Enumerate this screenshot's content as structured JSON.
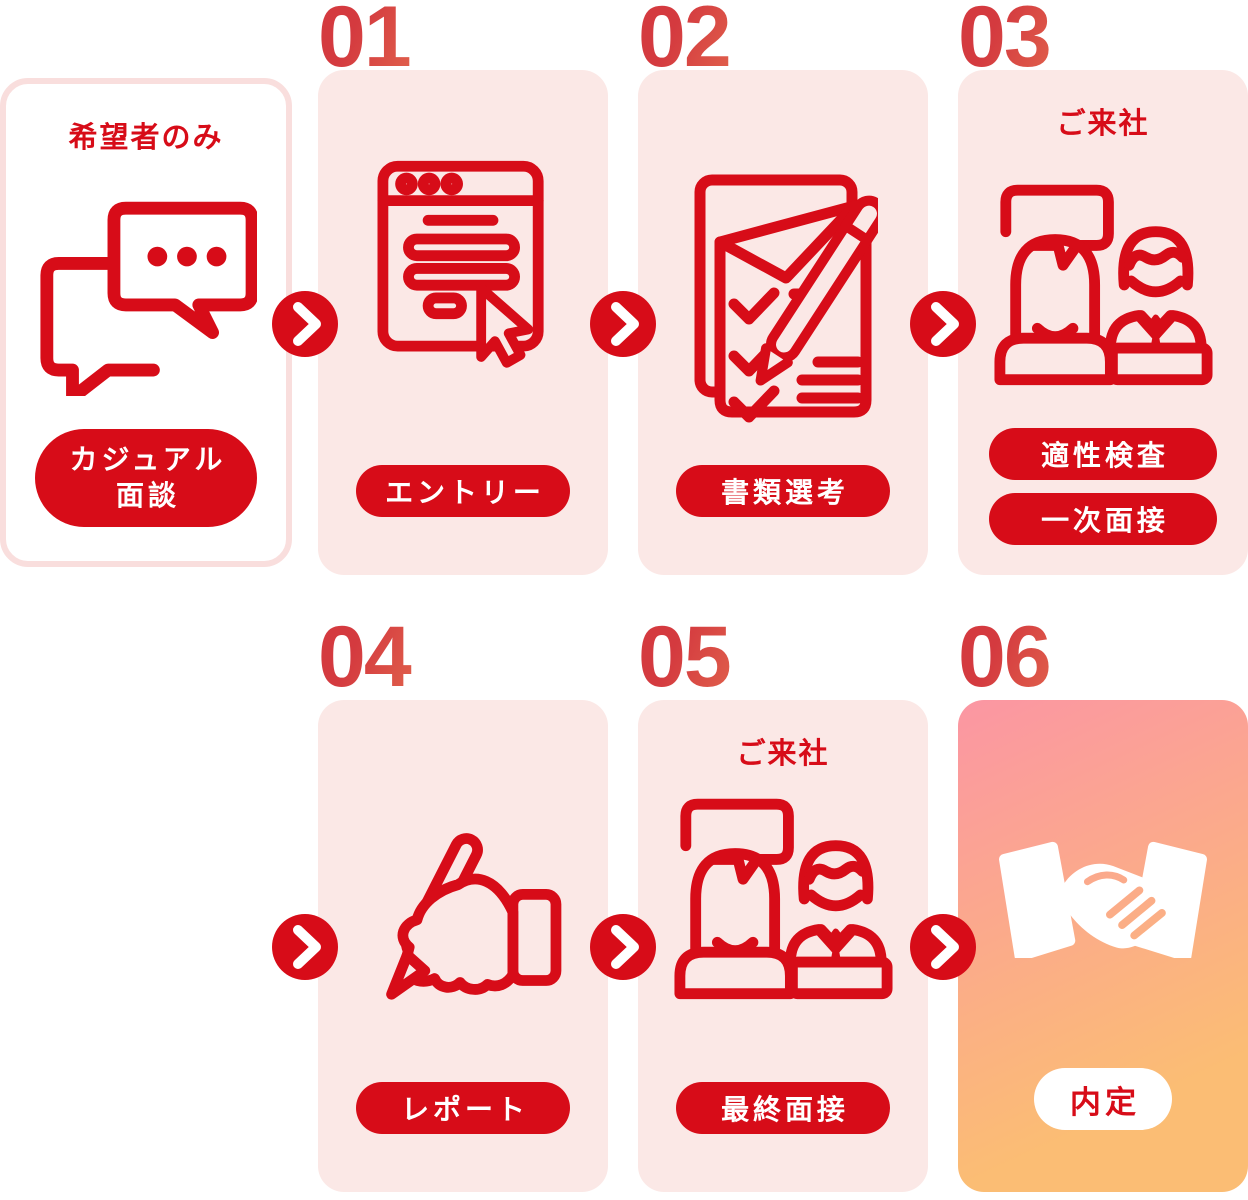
{
  "colors": {
    "red": "#d70c18",
    "card_pink": "#fbe8e6",
    "first_card_border": "#f9dedd",
    "number_gradient_from": "#d43a3f",
    "number_gradient_to": "#f6a563",
    "final_card_gradient_from": "#fb96a3",
    "final_card_gradient_to": "#fbbd74"
  },
  "steps": [
    {
      "number": "",
      "header": "希望者のみ",
      "icon": "chat-bubbles-icon",
      "pills": [
        {
          "style": "red",
          "lines": [
            "カジュアル",
            "面談"
          ]
        }
      ]
    },
    {
      "number": "01",
      "header": "",
      "icon": "entry-form-icon",
      "pills": [
        {
          "style": "red",
          "lines": [
            "エントリー"
          ]
        }
      ]
    },
    {
      "number": "02",
      "header": "",
      "icon": "document-checklist-icon",
      "pills": [
        {
          "style": "red",
          "lines": [
            "書類選考"
          ]
        }
      ]
    },
    {
      "number": "03",
      "header": "ご来社",
      "icon": "interview-icon",
      "pills": [
        {
          "style": "red",
          "lines": [
            "適性検査"
          ]
        },
        {
          "style": "red",
          "lines": [
            "一次面接"
          ]
        }
      ]
    },
    {
      "number": "04",
      "header": "",
      "icon": "writing-report-icon",
      "pills": [
        {
          "style": "red",
          "lines": [
            "レポート"
          ]
        }
      ]
    },
    {
      "number": "05",
      "header": "ご来社",
      "icon": "interview-icon",
      "pills": [
        {
          "style": "red",
          "lines": [
            "最終面接"
          ]
        }
      ]
    },
    {
      "number": "06",
      "header": "",
      "icon": "handshake-icon",
      "pills": [
        {
          "style": "white",
          "lines": [
            "内定"
          ]
        }
      ]
    }
  ]
}
